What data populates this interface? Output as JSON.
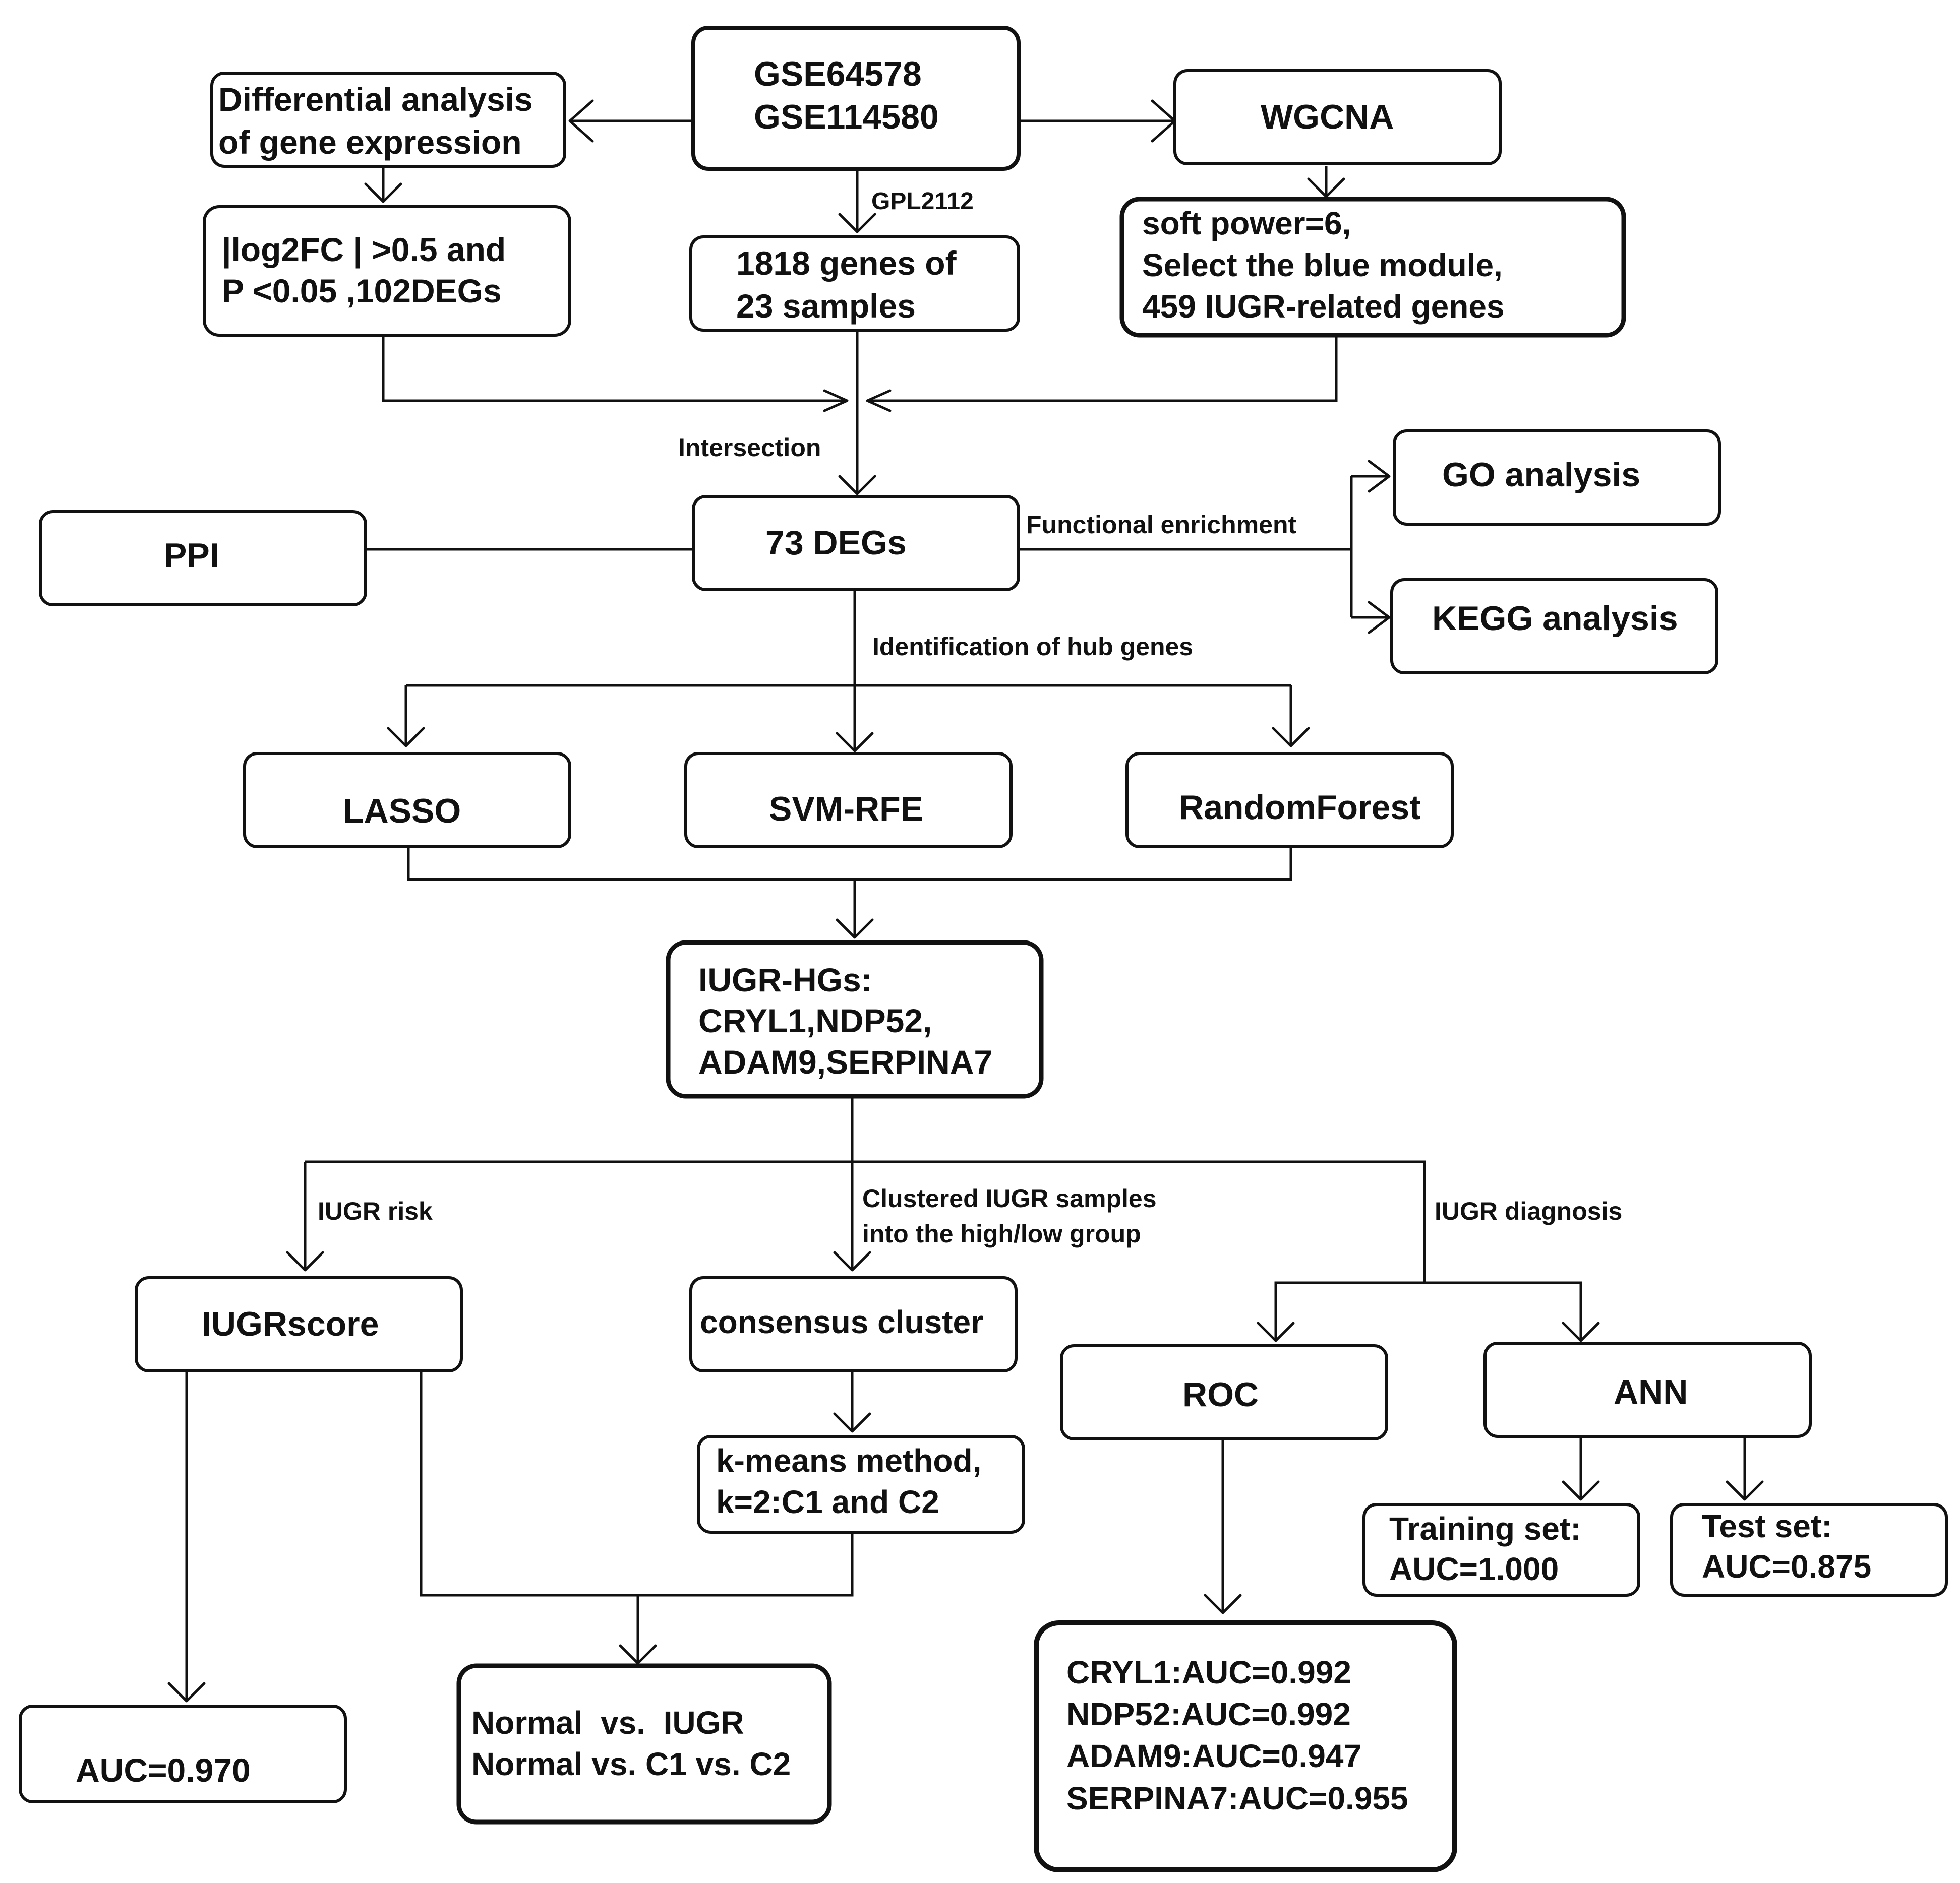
{
  "nodes": {
    "datasets": [
      "GSE64578",
      "GSE114580"
    ],
    "diff_analysis": [
      "Differential analysis",
      "of gene expression"
    ],
    "wgcna": [
      "WGCNA"
    ],
    "degs_criteria": [
      "|log2FC | >0.5 and",
      "P <0.05 ,102DEGs"
    ],
    "genes_samples": [
      "1818 genes of",
      "23 samples"
    ],
    "wgcna_module": [
      "soft power=6,",
      "Select the blue module,",
      "459 IUGR-related genes"
    ],
    "degs73": [
      "73 DEGs"
    ],
    "ppi": [
      "PPI"
    ],
    "go": [
      "GO analysis"
    ],
    "kegg": [
      "KEGG analysis"
    ],
    "lasso": [
      "LASSO"
    ],
    "svm": [
      "SVM-RFE"
    ],
    "rf": [
      "RandomForest"
    ],
    "hub_genes": [
      "IUGR-HGs:",
      "CRYL1,NDP52,",
      "ADAM9,SERPINA7"
    ],
    "iugrscore": [
      "IUGRscore"
    ],
    "consensus": [
      "consensus cluster"
    ],
    "kmeans": [
      "k-means method,",
      "k=2:C1 and C2"
    ],
    "roc": [
      "ROC"
    ],
    "ann": [
      "ANN"
    ],
    "training": [
      "Training set:",
      "AUC=1.000"
    ],
    "test": [
      "Test set:",
      "AUC=0.875"
    ],
    "auc_score": [
      "AUC=0.970"
    ],
    "comparison": [
      "Normal  vs.  IUGR",
      "Normal vs. C1 vs. C2"
    ],
    "roc_results": [
      "CRYL1:AUC=0.992",
      "NDP52:AUC=0.992",
      "ADAM9:AUC=0.947",
      "SERPINA7:AUC=0.955"
    ]
  },
  "edge_labels": {
    "gpl": [
      "GPL2112"
    ],
    "intersection": [
      "Intersection"
    ],
    "functional": [
      "Functional enrichment"
    ],
    "hub_identification": [
      "Identification of hub genes"
    ],
    "risk": [
      "IUGR risk"
    ],
    "clustered": [
      "Clustered IUGR samples",
      "into the high/low group"
    ],
    "diagnosis": [
      "IUGR diagnosis"
    ]
  }
}
